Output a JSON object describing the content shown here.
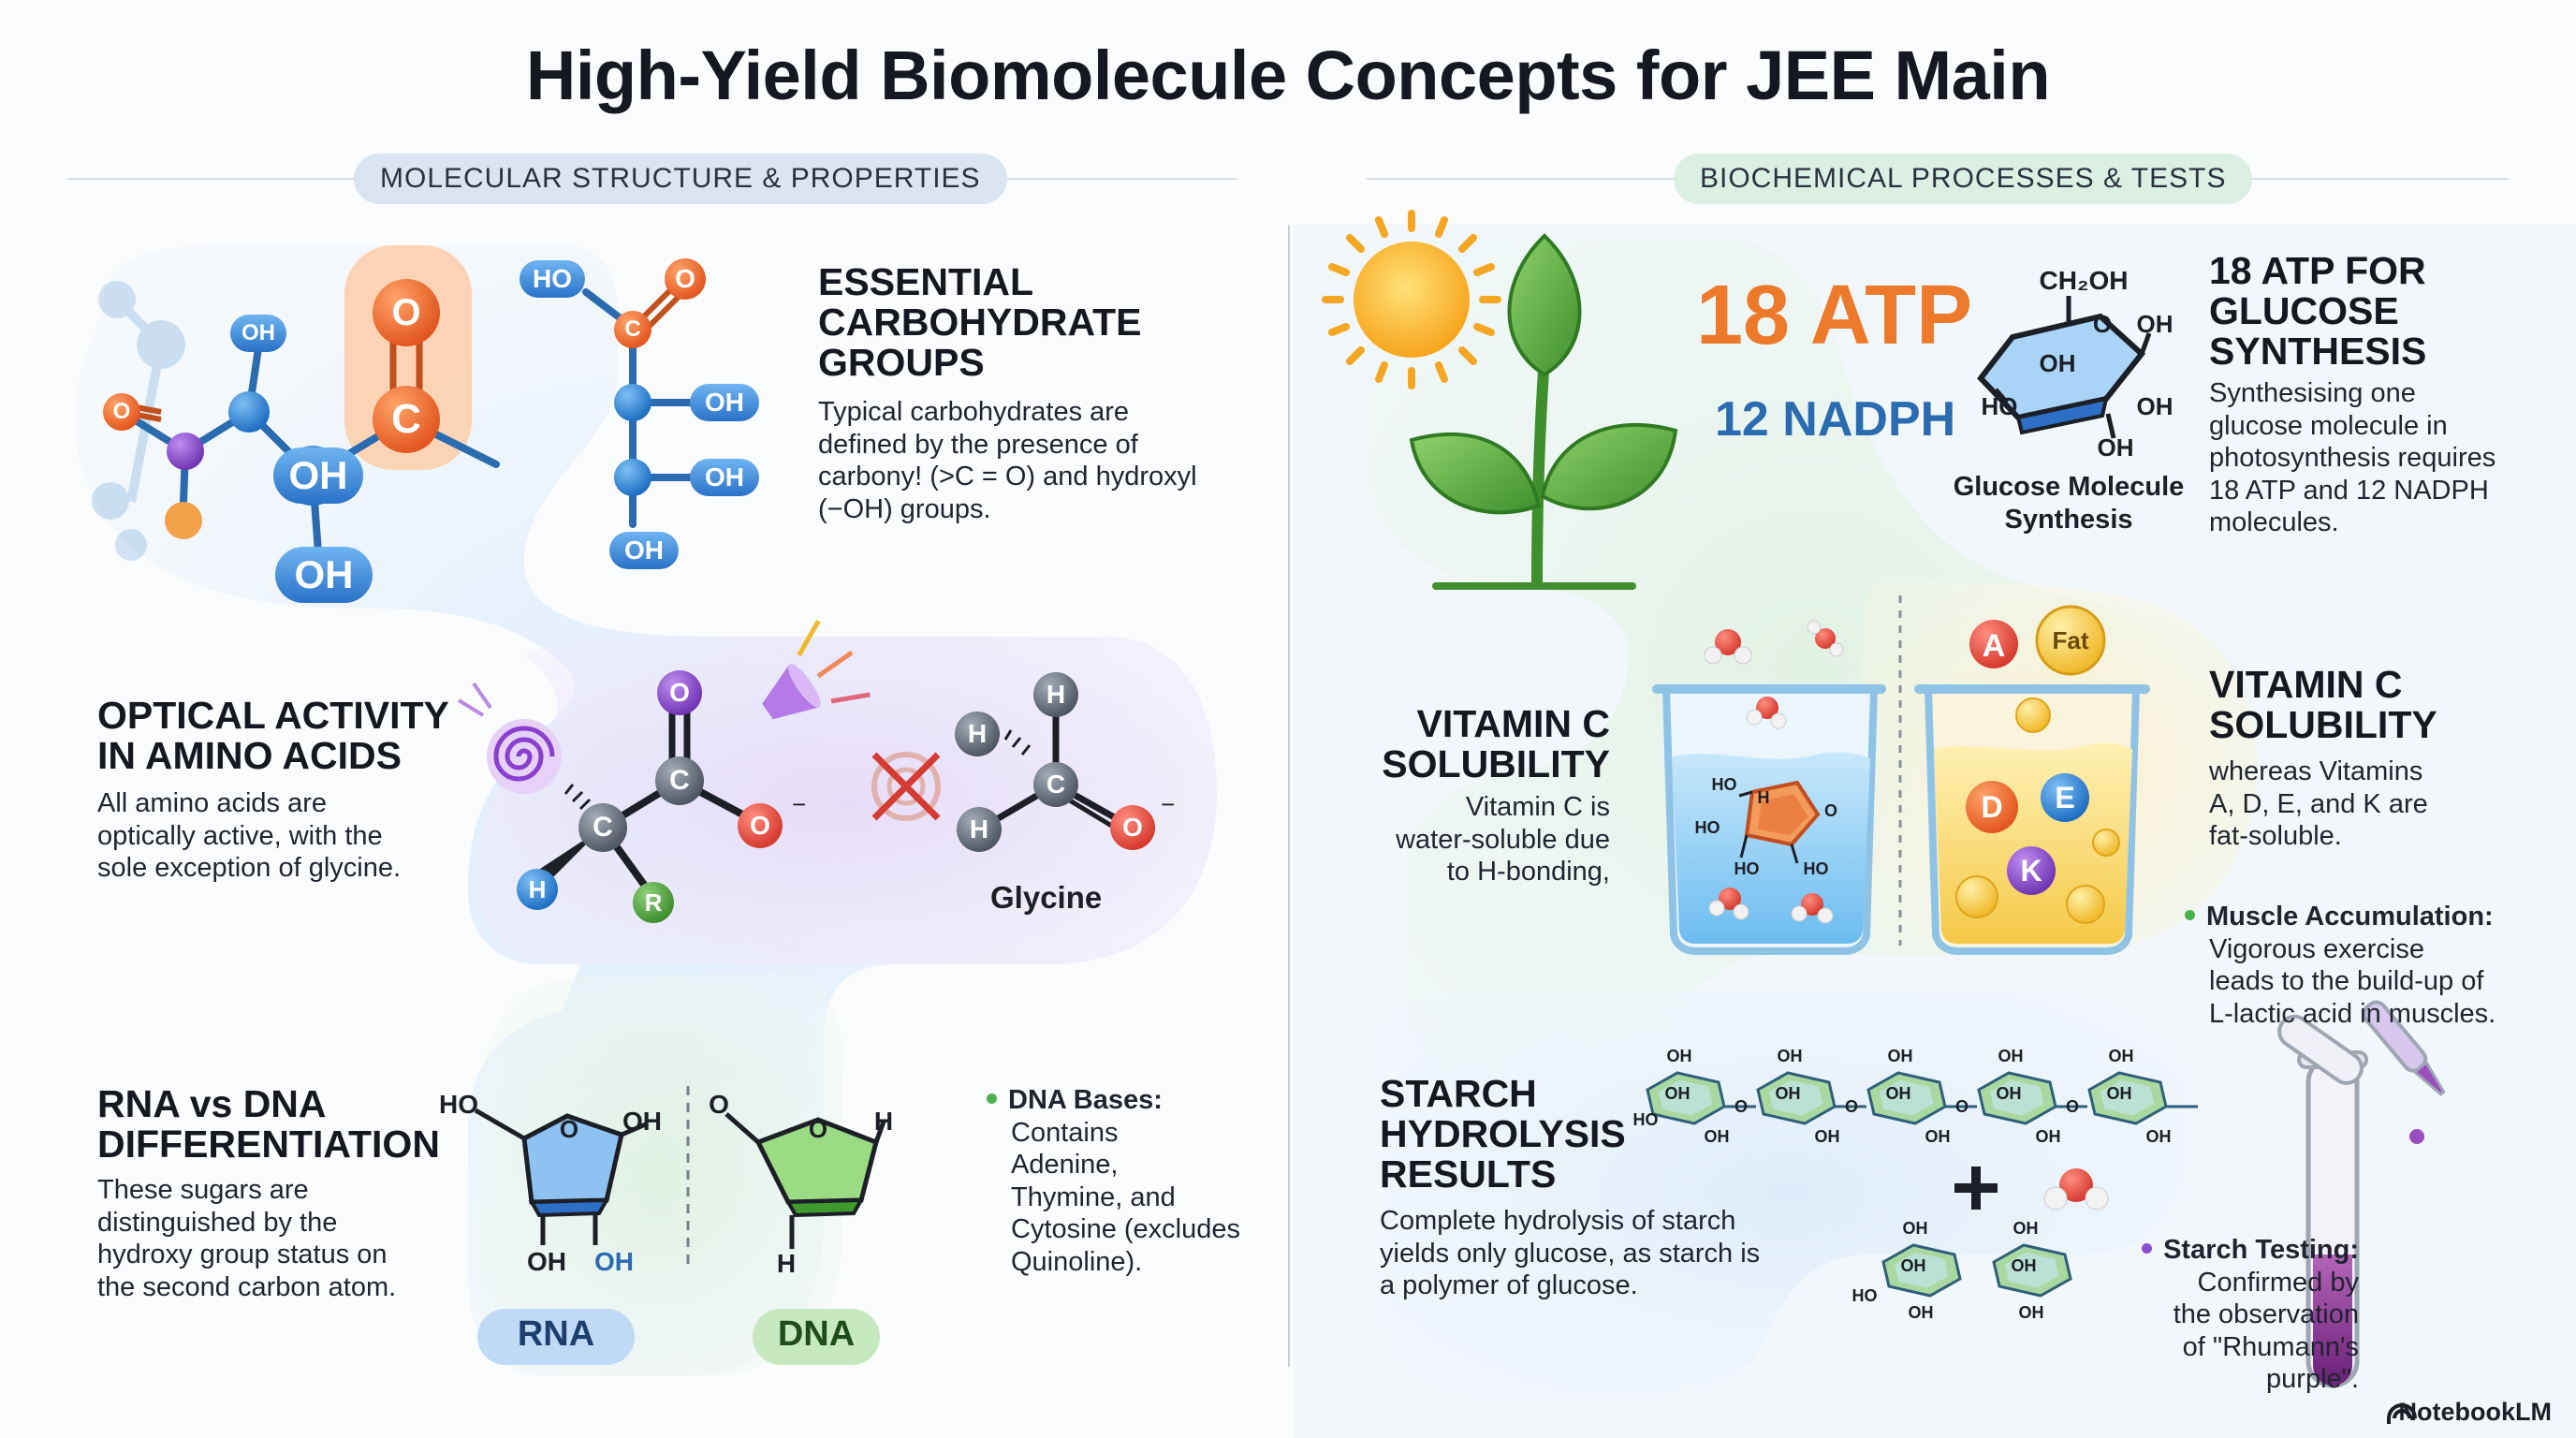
{
  "title": "High-Yield Biomolecule Concepts for JEE Main",
  "sections": {
    "left": "MOLECULAR STRUCTURE & PROPERTIES",
    "right": "BIOCHEMICAL PROCESSES & TESTS"
  },
  "carbohydrate": {
    "heading": [
      "ESSENTIAL",
      "CARBOHYDRATE",
      "GROUPS"
    ],
    "body": [
      "Typical carbohydrates are",
      "defined by the presence of",
      "carbony! (>C = O) and hydroxyl",
      "(−OH) groups."
    ]
  },
  "optical": {
    "heading": [
      "OPTICAL ACTIVITY",
      "IN AMINO ACIDS"
    ],
    "body": [
      "All amino acids are",
      "optically active, with the",
      "sole exception of glycine."
    ],
    "glycine_label": "Glycine"
  },
  "rna_dna": {
    "heading": [
      "RNA vs DNA",
      "DIFFERENTIATION"
    ],
    "body": [
      "These sugars are",
      "distinguished by the",
      "hydroxy group status on",
      "the second carbon atom."
    ],
    "rna_label": "RNA",
    "dna_label": "DNA"
  },
  "dna_bases": {
    "label": "DNA Bases:",
    "body": [
      "Contains",
      "Adenine,",
      "Thymine, and",
      "Cytosine (excludes",
      "Quinoline)."
    ]
  },
  "atp": {
    "atp_value": "18 ATP",
    "nadph_value": "12 NADPH",
    "glucose_caption": [
      "Glucose Molecule",
      "Synthesis"
    ],
    "heading": [
      "18 ATP FOR",
      "GLUCOSE",
      "SYNTHESIS"
    ],
    "body": [
      "Synthesising one",
      "glucose molecule in",
      "photosynthesis requires",
      "18 ATP and 12 NADPH",
      "molecules."
    ]
  },
  "vitamin_left": {
    "heading": [
      "VITAMIN C",
      "SOLUBILITY"
    ],
    "body": [
      "Vitamin C is",
      "water-soluble due",
      "to H-bonding,"
    ]
  },
  "vitamin_right": {
    "heading": [
      "VITAMIN C",
      "SOLUBILITY"
    ],
    "body": [
      "whereas Vitamins",
      "A, D, E, and K are",
      "fat-soluble."
    ],
    "fat_label": "Fat",
    "vitamins": [
      "A",
      "D",
      "E",
      "K"
    ]
  },
  "muscle": {
    "label": "Muscle Accumulation:",
    "body": [
      "Vigorous exercise",
      "leads to the build-up of",
      "L-lactic acid in muscles."
    ]
  },
  "starch": {
    "heading": [
      "STARCH",
      "HYDROLYSIS",
      "RESULTS"
    ],
    "body": [
      "Complete hydrolysis of starch",
      "yields only glucose, as starch is",
      "a polymer of glucose."
    ]
  },
  "starch_test": {
    "label": "Starch Testing:",
    "body": [
      "Confirmed by",
      "the observation",
      "of \"Rhumann's",
      "purple\"."
    ]
  },
  "atoms": {
    "oh": "OH",
    "o": "O",
    "c": "C",
    "ho": "HO",
    "h": "H",
    "r": "R",
    "ch2oh": "CH₂OH"
  },
  "logo": "NotebookLM",
  "colors": {
    "oxygen": "#e85d4a",
    "carbon": "#e8732f",
    "hydroxyl": "#3f8fd8",
    "purple": "#8a4fcf",
    "leaf": "#5aa83a",
    "atp": "#ec7a2a",
    "nadph": "#2b6cb0"
  }
}
